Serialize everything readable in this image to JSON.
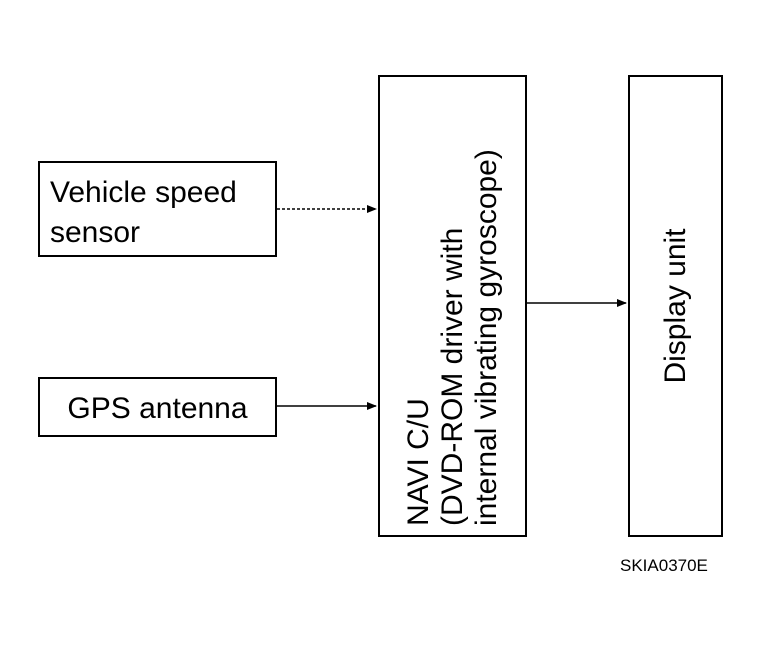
{
  "diagram": {
    "boxes": {
      "vehicle_speed_sensor": {
        "label": "Vehicle speed\nsensor"
      },
      "gps_antenna": {
        "label": "GPS antenna"
      },
      "navi_cu": {
        "line1": "NAVI C/U",
        "line2": "(DVD-ROM driver with",
        "line3": "internal vibrating gyroscope)"
      },
      "display_unit": {
        "label": "Display unit"
      }
    },
    "connections": [
      {
        "from": "vehicle_speed_sensor",
        "to": "navi_cu",
        "style": "dotted"
      },
      {
        "from": "gps_antenna",
        "to": "navi_cu",
        "style": "solid"
      },
      {
        "from": "navi_cu",
        "to": "display_unit",
        "style": "solid"
      }
    ],
    "code": "SKIA0370E"
  }
}
